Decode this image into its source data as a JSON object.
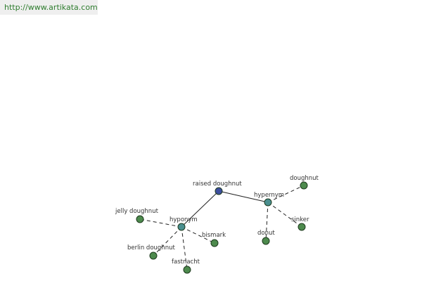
{
  "source": {
    "url_text": "http://www.artikata.com"
  },
  "graph": {
    "colors": {
      "root": "#3d4f9e",
      "relation": "#4a8f8f",
      "leaf": "#4d8a4d",
      "edge": "#222222"
    },
    "root": {
      "label": "raised doughnut"
    },
    "relations": [
      {
        "label": "hyponym",
        "terms": [
          "jelly doughnut",
          "bismark",
          "berlin doughnut",
          "fastnacht"
        ]
      },
      {
        "label": "hypernym",
        "terms": [
          "doughnut",
          "donut",
          "sinker"
        ]
      }
    ]
  }
}
